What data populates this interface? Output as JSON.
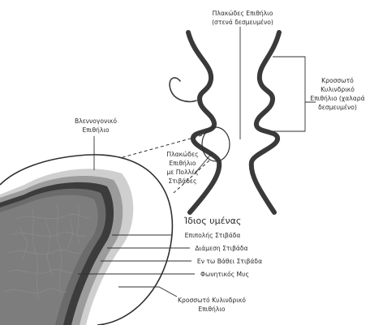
{
  "labels": {
    "squamous_top_line1": "Πλακώδες Επιθήλιο",
    "squamous_top_line2": "(στενά δεσμευμένο)",
    "ciliated_right_line1": "Κροσσωτό",
    "ciliated_right_line2": "Κυλινδρικό",
    "ciliated_right_line3": "Επιθήλιο (χαλαρά",
    "ciliated_right_line4": "δεσμευμένο)",
    "mucosal_line1": "Βλεννογονικό",
    "mucosal_line2": "Επιθήλιο",
    "stratified_line1": "Πλακώδες",
    "stratified_line2": "Επιθήλιο",
    "stratified_line3": "με Πολλές",
    "stratified_line4": "Στιβάδες",
    "lamina_propria": "Ίδιος υμένας",
    "superficial_layer": "Επιπολής Στιβάδα",
    "intermediate_layer": "Διάμεση Στιβάδα",
    "deep_layer": "Εν τω Βάθει Στιβάδα",
    "vocal_muscle": "Φωνητικός Μυς",
    "ciliated_bottom_line1": "Κροσσωτό Κυλινδρικό",
    "ciliated_bottom_line2": "Επιθήλιο"
  }
}
